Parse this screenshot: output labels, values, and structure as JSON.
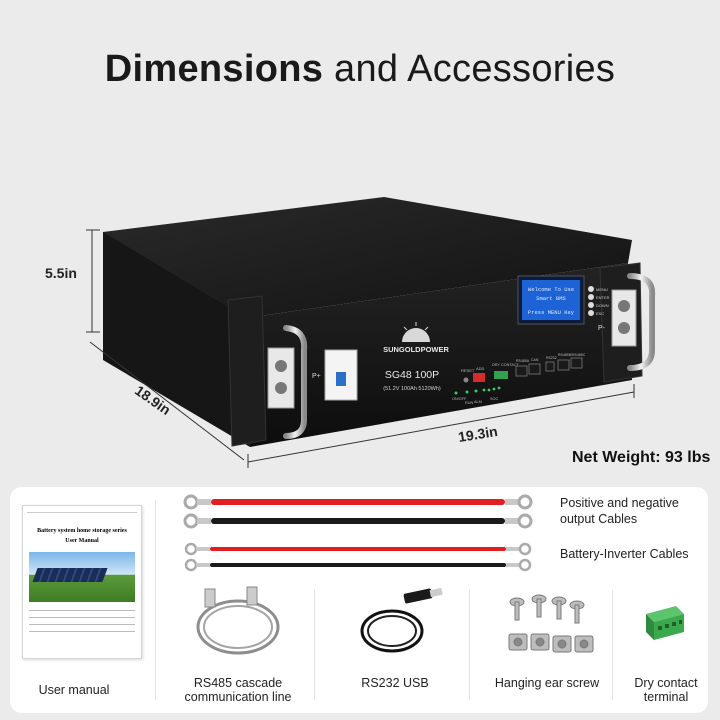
{
  "title": {
    "bold": "Dimensions",
    "rest": " and Accessories"
  },
  "dimensions": {
    "height": "5.5in",
    "depth": "18.9in",
    "width": "19.3in"
  },
  "net_weight": "Net Weight: 93 lbs",
  "battery": {
    "brand": "SUNGOLDPOWER",
    "model": "SG48 100P",
    "spec": "(51.2V 100Ah 5120Wh)",
    "lcd_line1": "Welcome To Use",
    "lcd_line2": "Smart BMS",
    "lcd_line3": "Press MENU Key",
    "buttons": [
      "MENU",
      "ENTER",
      "DOWN",
      "ESC"
    ],
    "terminal_pos": "P+",
    "terminal_neg": "P-",
    "port_labels": [
      "RESET",
      "ADD",
      "DRY CONTACT",
      "RS485A",
      "CAN",
      "RS232",
      "RS485B/RS485C"
    ],
    "led_labels": [
      "ON/OFF",
      "RUN",
      "ALM",
      "SOC"
    ]
  },
  "cables": {
    "positive_negative": "Positive and negative output Cables",
    "battery_inverter": "Battery-Inverter Cables",
    "red": "#e02020",
    "black": "#1a1a1a"
  },
  "accessories": {
    "user_manual": "User manual",
    "rs485": "RS485 cascade communication line",
    "rs232": "RS232 USB",
    "screw": "Hanging ear screw",
    "dry_contact": "Dry contact terminal"
  },
  "manual_doc": {
    "heading": "Battery system home storage series",
    "sub": "User Manual"
  }
}
